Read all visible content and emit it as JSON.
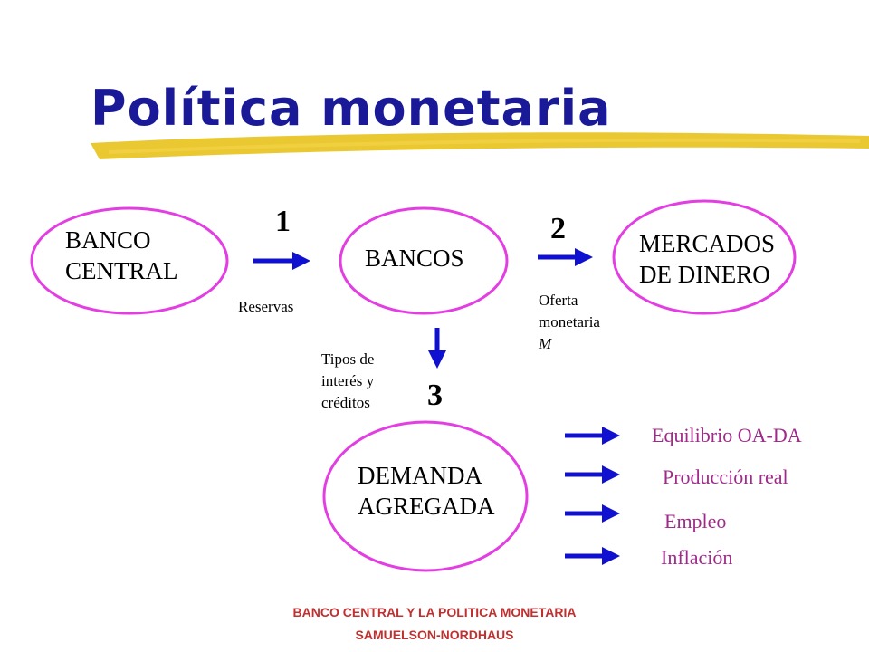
{
  "title": "Política monetaria",
  "nodes": {
    "banco_central": [
      "BANCO",
      "CENTRAL"
    ],
    "bancos": "BANCOS",
    "mercados": [
      "MERCADOS",
      "DE DINERO"
    ],
    "demanda": [
      "DEMANDA",
      "AGREGADA"
    ]
  },
  "steps": {
    "one": "1",
    "two": "2",
    "three": "3"
  },
  "labels": {
    "reservas": "Reservas",
    "oferta": [
      "Oferta",
      "monetaria",
      "M"
    ],
    "tipos": [
      "Tipos de",
      "interés y",
      "créditos"
    ]
  },
  "effects": [
    "Equilibrio OA-DA",
    "Producción real",
    "Empleo",
    "Inflación"
  ],
  "footer": {
    "line1": "BANCO CENTRAL Y LA POLITICA MONETARIA",
    "line2": "SAMUELSON-NORDHAUS"
  },
  "colors": {
    "ellipse": "#e23ee2",
    "arrow": "#1010d0",
    "title": "#1a1a99",
    "effect": "#a02a8a",
    "highlight": "#e8c21c",
    "footer": "#c03030"
  }
}
